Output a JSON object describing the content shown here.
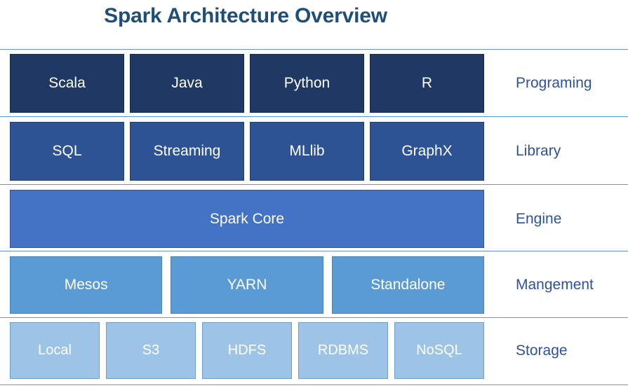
{
  "title": "Spark Architecture Overview",
  "accent_rule_color": "#5B9BD5",
  "title_color": "#1F4E79",
  "rows": [
    {
      "key": "programing",
      "label": "Programing",
      "box_color": "#203864",
      "items": [
        "Scala",
        "Java",
        "Python",
        "R"
      ]
    },
    {
      "key": "library",
      "label": "Library",
      "box_color": "#2E5395",
      "items": [
        "SQL",
        "Streaming",
        "MLlib",
        "GraphX"
      ]
    },
    {
      "key": "engine",
      "label": "Engine",
      "box_color": "#4472C4",
      "items": [
        "Spark  Core"
      ]
    },
    {
      "key": "mangement",
      "label": "Mangement",
      "box_color": "#5B9BD5",
      "items": [
        "Mesos",
        "YARN",
        "Standalone"
      ]
    },
    {
      "key": "storage",
      "label": "Storage",
      "box_color": "#9DC3E6",
      "items": [
        "Local",
        "S3",
        "HDFS",
        "RDBMS",
        "NoSQL"
      ]
    }
  ]
}
